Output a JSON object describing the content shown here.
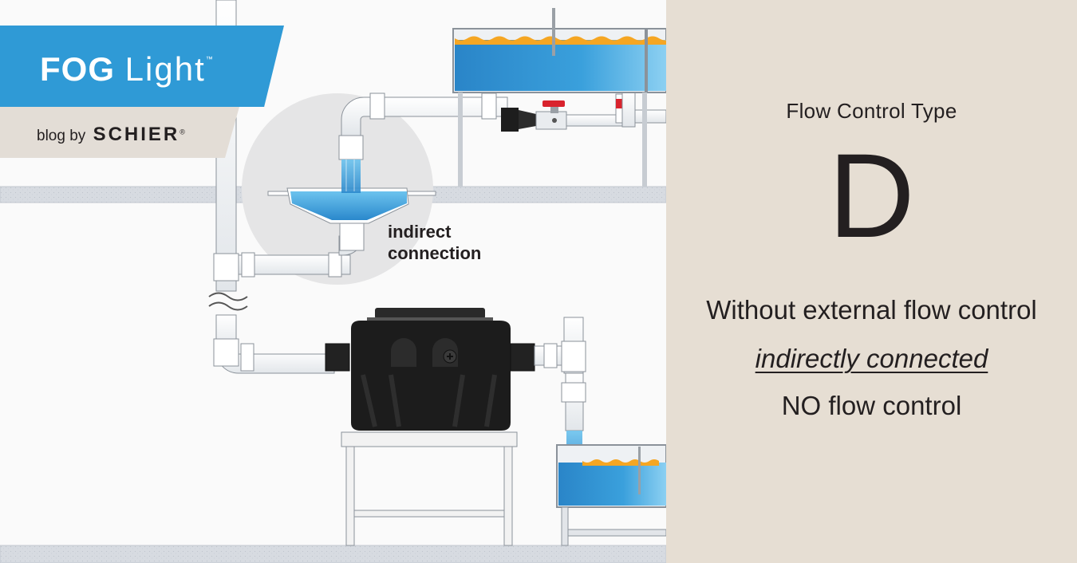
{
  "brand": {
    "name_bold": "FOG",
    "name_light": "Light",
    "trademark": "™",
    "byline_prefix": "blog by",
    "byline_company": "SCHIER",
    "registered": "®"
  },
  "diagram": {
    "label_line1": "indirect",
    "label_line2": "connection"
  },
  "panel": {
    "heading": "Flow Control Type",
    "letter": "D",
    "line1": "Without external flow control",
    "line2": "indirectly connected",
    "line3": "NO flow control"
  },
  "colors": {
    "accent_blue": "#1296d4",
    "banner_blue": "#2f9ad6",
    "panel_beige": "#e6ded3",
    "water_blue": "#3a9fd9",
    "grease_orange": "#f5a623",
    "interceptor_black": "#1c1c1c",
    "valve_red": "#d9232d"
  }
}
